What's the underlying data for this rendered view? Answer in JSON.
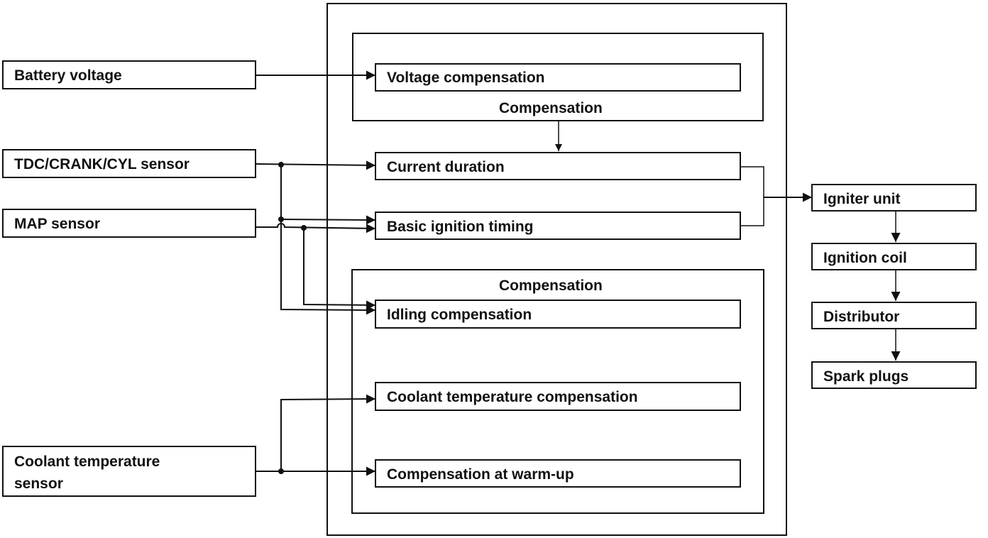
{
  "inputs": {
    "battery_voltage": "Battery voltage",
    "tdc_crank_cyl_sensor": "TDC/CRANK/CYL sensor",
    "map_sensor": "MAP sensor",
    "coolant_temperature_sensor_line1": "Coolant temperature",
    "coolant_temperature_sensor_line2": "sensor"
  },
  "ecu": {
    "upper_compensation_group": {
      "label": "Compensation",
      "items": [
        "Voltage compensation"
      ]
    },
    "current_duration": "Current duration",
    "basic_ignition_timing": "Basic ignition timing",
    "lower_compensation_group": {
      "label": "Compensation",
      "items": [
        "Idling compensation",
        "Coolant temperature compensation",
        "Compensation at warm-up"
      ]
    }
  },
  "outputs": [
    "Igniter unit",
    "Ignition coil",
    "Distributor",
    "Spark plugs"
  ],
  "colors": {
    "line": "#111111",
    "background": "#ffffff"
  }
}
